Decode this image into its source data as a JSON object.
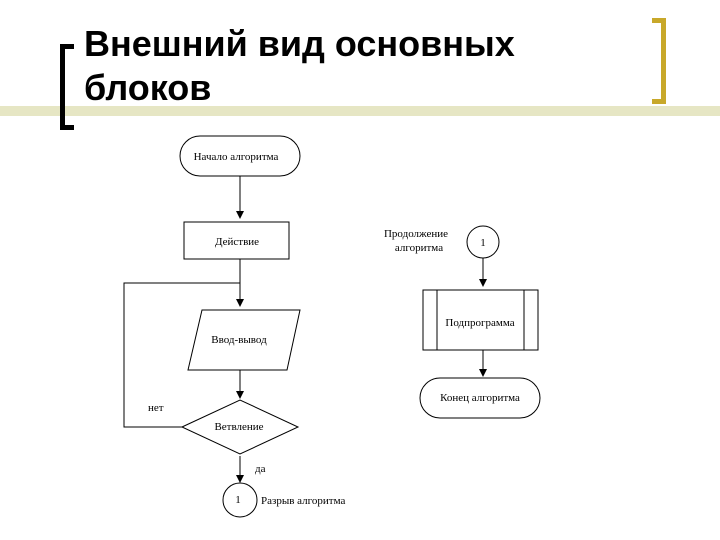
{
  "slide": {
    "title": "Внешний вид основных блоков",
    "colors": {
      "accent_bracket": "#c8a82a",
      "rule": "#e6e6c4",
      "diagram_stroke": "#000000"
    }
  },
  "diagram": {
    "start_label": "Начало алгоритма",
    "action_label": "Действие",
    "io_label": "Ввод-вывод",
    "decision_label": "Ветвление",
    "no_label": "нет",
    "yes_label": "да",
    "connector_number": "1",
    "break_label": "Разрыв алгоритма",
    "continuation_label_line1": "Продолжение",
    "continuation_label_line2": "алгоритма",
    "continuation_number": "1",
    "subroutine_label": "Подпрограмма",
    "end_label": "Конец алгоритма"
  }
}
